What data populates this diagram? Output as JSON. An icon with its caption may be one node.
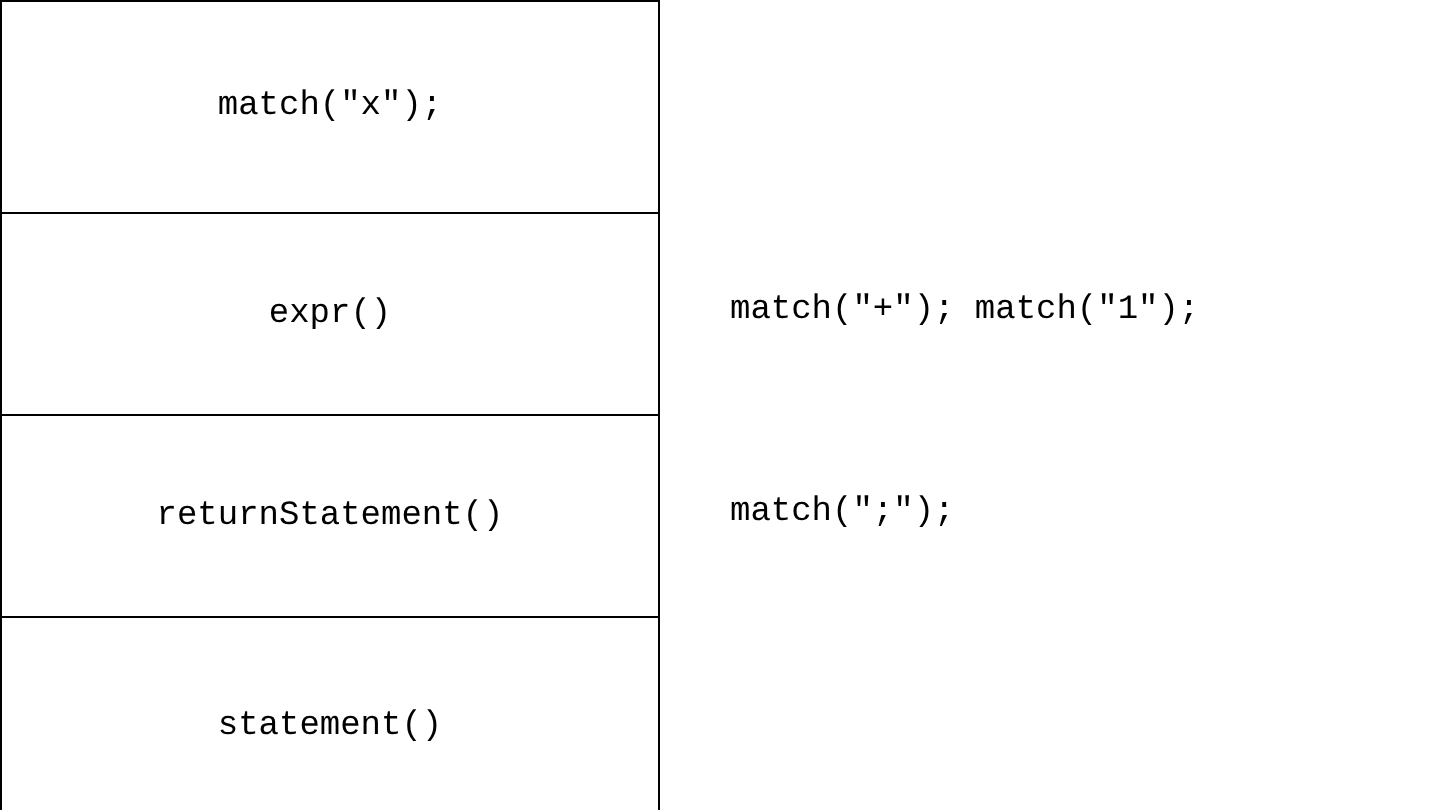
{
  "diagram": {
    "nodes": [
      {
        "text": [
          "match(\"x\");"
        ]
      },
      {
        "text": [
          "expr()"
        ],
        "beside": [
          "match(\"+\"); match(\"1\");"
        ]
      },
      {
        "text": [
          "returnStatement()"
        ],
        "beside": [
          "match(\";\");"
        ]
      },
      {
        "text": [
          "statement()"
        ]
      }
    ]
  }
}
